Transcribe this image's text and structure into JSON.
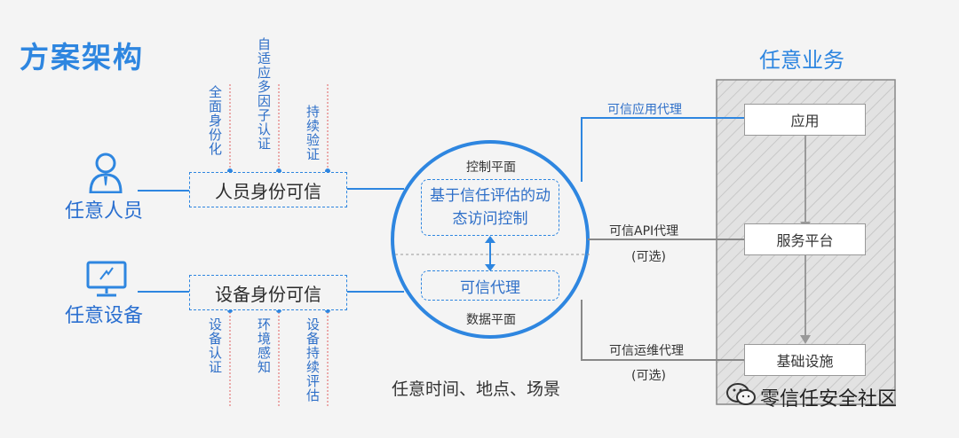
{
  "title": "方案架构",
  "actors": {
    "person": "任意人员",
    "device": "任意设备"
  },
  "identity": {
    "person_box": "人员身份可信",
    "device_box": "设备身份可信"
  },
  "person_factors": [
    "全面身份化",
    "自适应多因子认证",
    "持续验证"
  ],
  "device_factors": [
    "设备认证",
    "环境感知",
    "设备持续评估"
  ],
  "control": {
    "control_plane": "控制平面",
    "engine": "基于信任评估的动态访问控制",
    "proxy": "可信代理",
    "data_plane": "数据平面",
    "scope": "任意时间、地点、场景"
  },
  "proxies": {
    "app": "可信应用代理",
    "api": "可信API代理",
    "api_note": "(可选)",
    "ops": "可信运维代理",
    "ops_note": "(可选)"
  },
  "business": {
    "title": "任意业务",
    "app": "应用",
    "platform": "服务平台",
    "infra": "基础设施"
  },
  "watermark": "零信任安全社区",
  "colors": {
    "accent": "#2e86e0",
    "text": "#333333",
    "background": "#f4f4f4"
  }
}
